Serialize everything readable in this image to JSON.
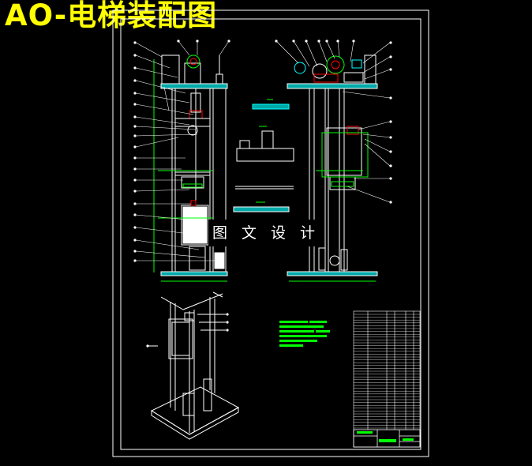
{
  "drawing": {
    "title": "AO-电梯装配图",
    "watermark": "图 文 设 计",
    "colors": {
      "background": "#000000",
      "title": "#ffff00",
      "frame": "#ffffff",
      "dimension": "#00ff00",
      "section": "#00ffff",
      "detail": "#ff0000",
      "notes": "#00ff00"
    },
    "views": [
      "front-elevation",
      "side-elevation",
      "detail-views",
      "isometric-view",
      "technical-notes",
      "parts-list",
      "title-block"
    ]
  }
}
